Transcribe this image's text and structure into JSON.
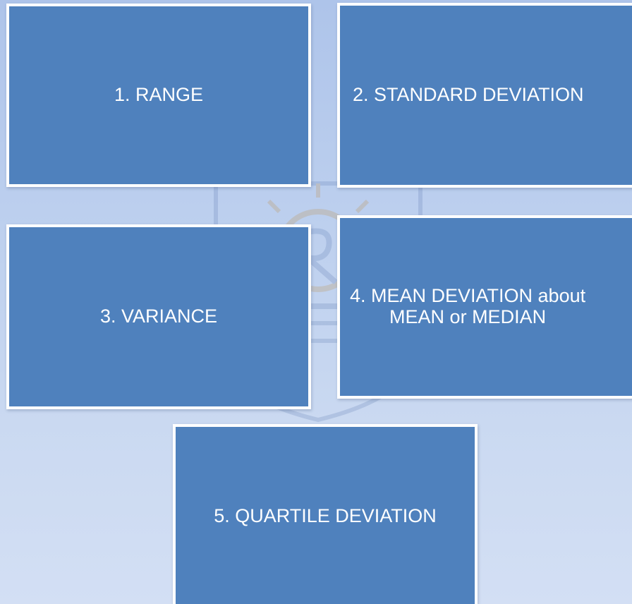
{
  "boxes": [
    {
      "label": "1. RANGE"
    },
    {
      "label": "2. STANDARD DEVIATION"
    },
    {
      "label": "3. VARIANCE"
    },
    {
      "label": "4. MEAN DEVIATION about\nMEAN or MEDIAN"
    },
    {
      "label": "5. QUARTILE DEVIATION"
    }
  ],
  "colors": {
    "box_fill": "#4f81bd",
    "box_border": "#ffffff",
    "background": "#bccfee"
  },
  "watermark": {
    "icon": "university-crest-icon"
  }
}
